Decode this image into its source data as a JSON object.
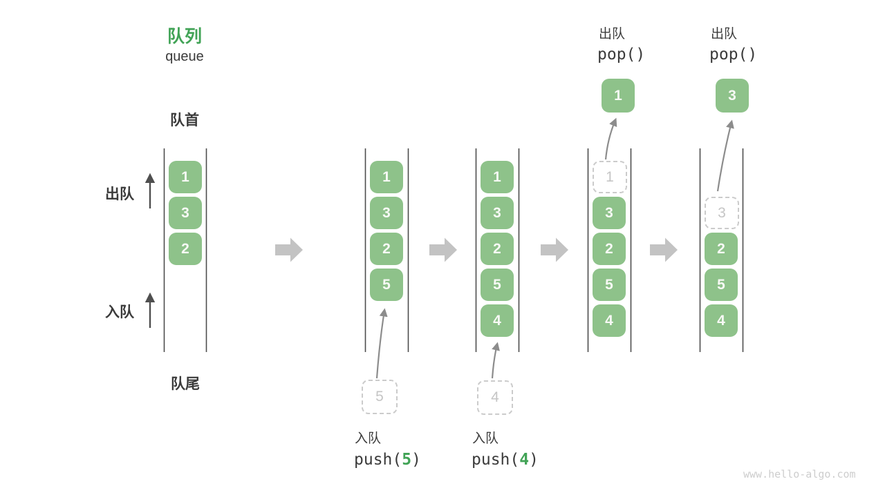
{
  "colors": {
    "accent_green": "#41a356",
    "box_green": "#8ec28a",
    "box_text": "#f7f9f5",
    "dark_text": "#3b3b3b",
    "line_gray": "#4c4c4c",
    "block_arrow_gray": "#c3c3c3",
    "thin_arrow_gray": "#8c8c8c",
    "ghost_gray": "#cbcbcb",
    "watermark_gray": "#cdcdcd"
  },
  "header": {
    "title": "队列",
    "subtitle": "queue"
  },
  "side_labels": {
    "front": "队首",
    "rear": "队尾",
    "dequeue": "出队",
    "enqueue": "入队"
  },
  "states": [
    {
      "cells": [
        "1",
        "3",
        "2"
      ]
    },
    {
      "cells": [
        "1",
        "3",
        "2",
        "5"
      ],
      "incoming_value": "5",
      "caption": {
        "label": "入队",
        "fn_prefix": "push(",
        "arg": "5",
        "fn_suffix": ")"
      }
    },
    {
      "cells": [
        "1",
        "3",
        "2",
        "5",
        "4"
      ],
      "incoming_value": "4",
      "caption": {
        "label": "入队",
        "fn_prefix": "push(",
        "arg": "4",
        "fn_suffix": ")"
      }
    },
    {
      "removed_value": "1",
      "cells": [
        "3",
        "2",
        "5",
        "4"
      ],
      "popped_value": "1",
      "caption": {
        "label": "出队",
        "fn": "pop()"
      }
    },
    {
      "removed_value": "3",
      "cells": [
        "2",
        "5",
        "4"
      ],
      "popped_value": "3",
      "caption": {
        "label": "出队",
        "fn": "pop()"
      }
    }
  ],
  "watermark": "www.hello-algo.com"
}
